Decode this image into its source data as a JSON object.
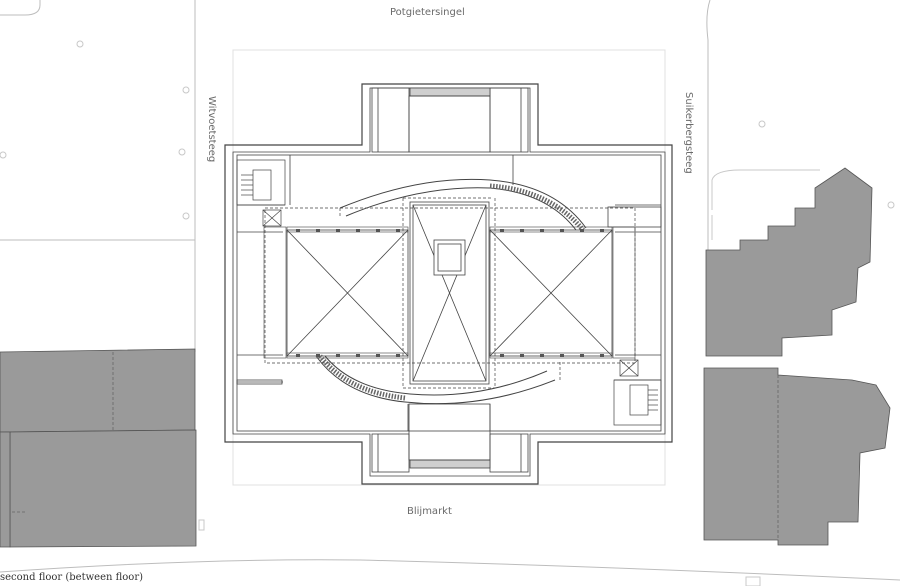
{
  "streets": {
    "north": "Potgietersingel",
    "south": "Blijmarkt",
    "west": "Witvoetsteeg",
    "east": "Suikerbergsteeg"
  },
  "caption": "second floor (between floor)",
  "colors": {
    "neighbour_fill": "#9a9a9a",
    "line": "#444444",
    "light_line": "#bdbdbd"
  }
}
